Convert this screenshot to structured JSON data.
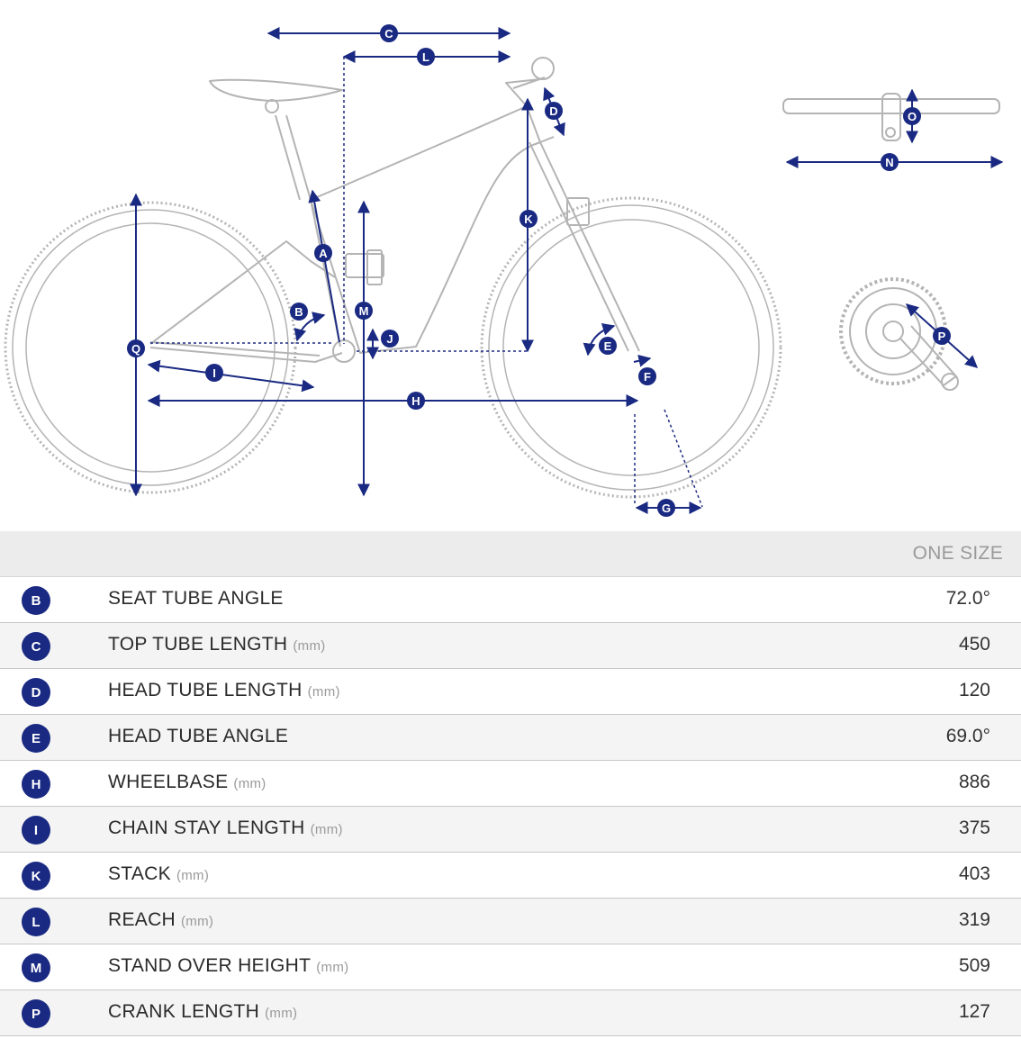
{
  "diagram": {
    "markers": [
      "A",
      "B",
      "C",
      "D",
      "E",
      "F",
      "G",
      "H",
      "I",
      "J",
      "K",
      "L",
      "M",
      "N",
      "O",
      "P",
      "Q"
    ]
  },
  "table": {
    "column_header": "ONE SIZE",
    "rows": [
      {
        "code": "B",
        "label": "SEAT TUBE ANGLE",
        "unit": "",
        "value": "72.0°"
      },
      {
        "code": "C",
        "label": "TOP TUBE LENGTH",
        "unit": "(mm)",
        "value": "450"
      },
      {
        "code": "D",
        "label": "HEAD TUBE LENGTH",
        "unit": "(mm)",
        "value": "120"
      },
      {
        "code": "E",
        "label": "HEAD TUBE ANGLE",
        "unit": "",
        "value": "69.0°"
      },
      {
        "code": "H",
        "label": "WHEELBASE",
        "unit": "(mm)",
        "value": "886"
      },
      {
        "code": "I",
        "label": "CHAIN STAY LENGTH",
        "unit": "(mm)",
        "value": "375"
      },
      {
        "code": "K",
        "label": "STACK",
        "unit": "(mm)",
        "value": "403"
      },
      {
        "code": "L",
        "label": "REACH",
        "unit": "(mm)",
        "value": "319"
      },
      {
        "code": "M",
        "label": "STAND OVER HEIGHT",
        "unit": "(mm)",
        "value": "509"
      },
      {
        "code": "P",
        "label": "CRANK LENGTH",
        "unit": "(mm)",
        "value": "127"
      }
    ]
  },
  "colors": {
    "accent": "#1a2a82",
    "frame_line": "#b4b4b4",
    "header_bg": "#ececec",
    "row_alt_bg": "#f4f4f4"
  }
}
